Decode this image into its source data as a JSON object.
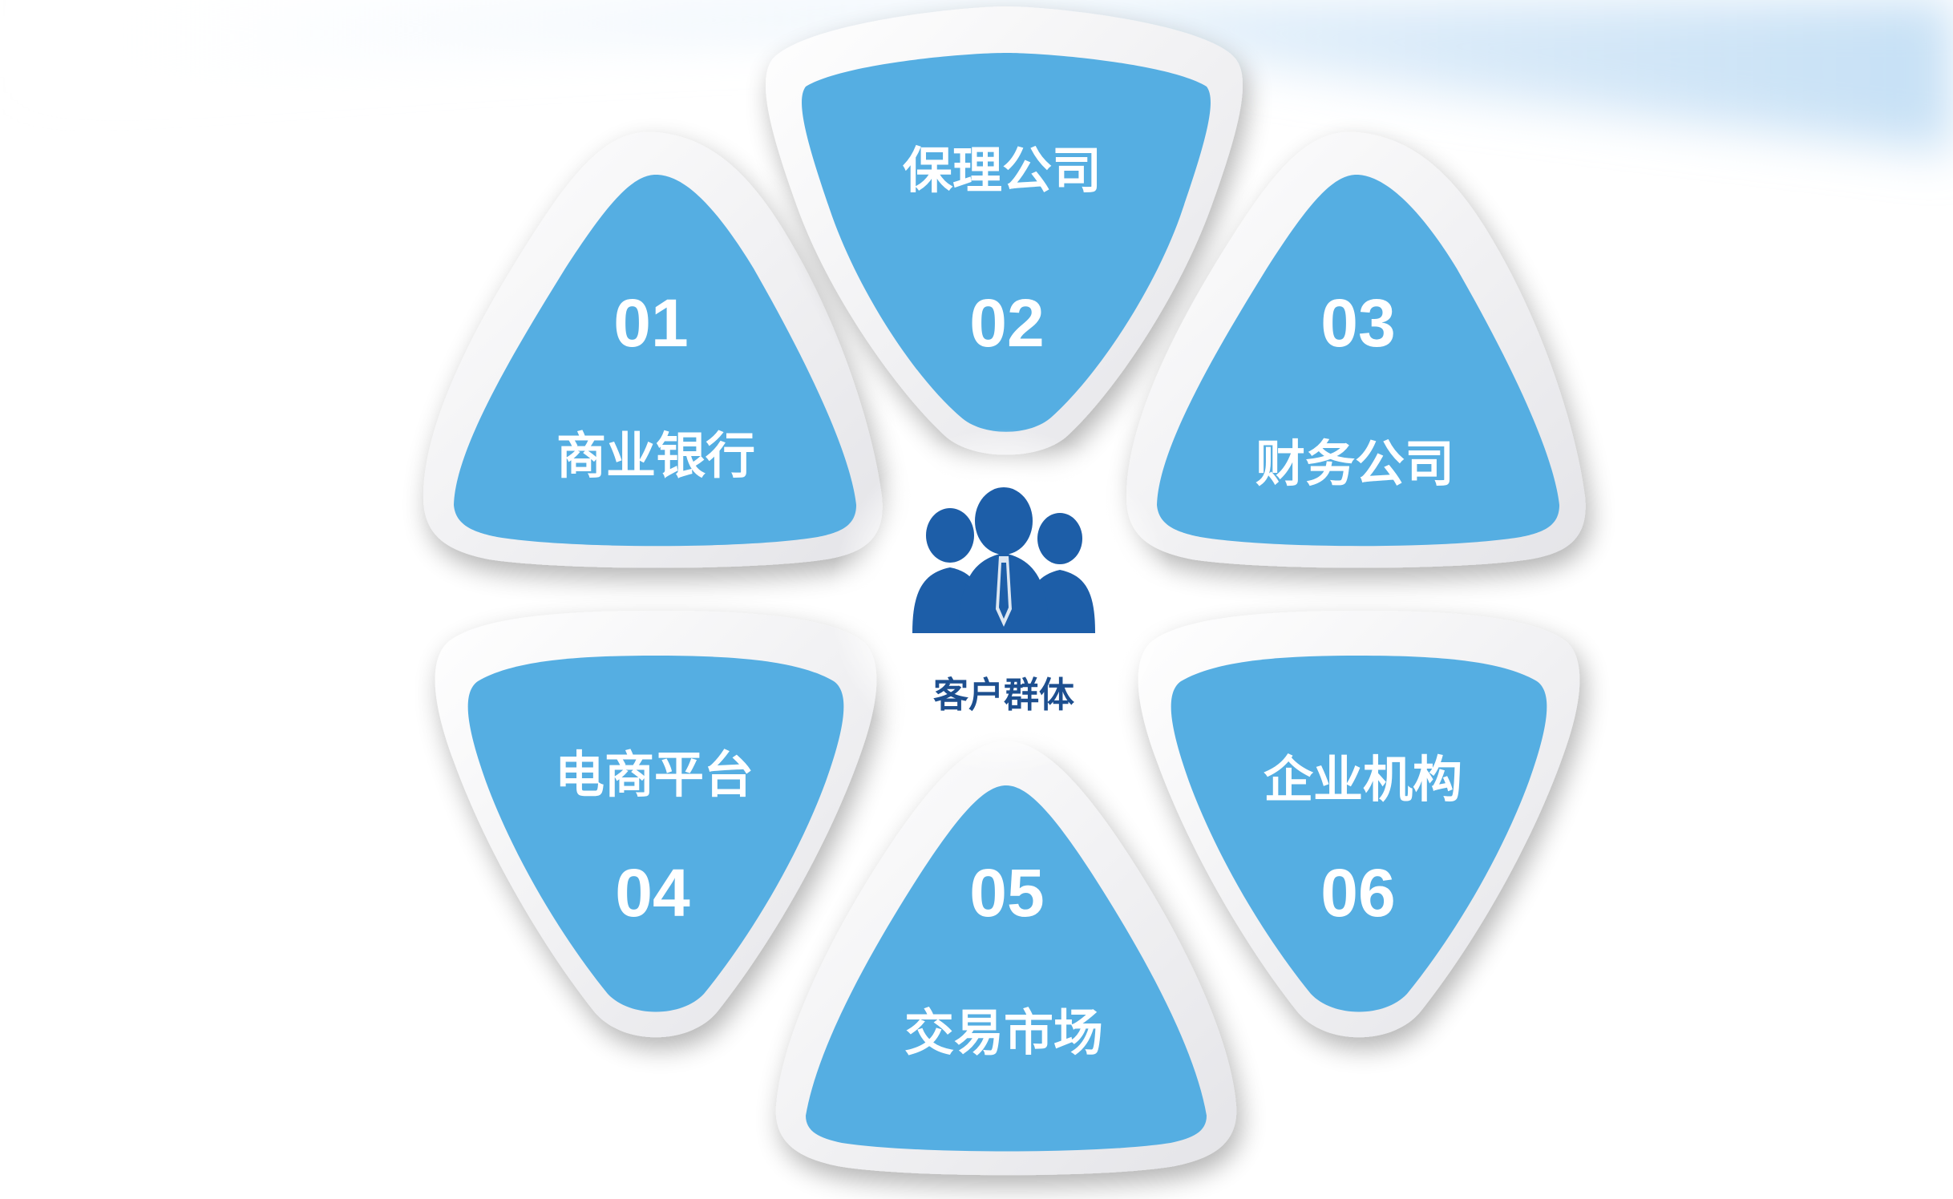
{
  "center": {
    "label": "客户群体",
    "icon": "people-group-icon"
  },
  "segments": [
    {
      "number": "01",
      "label": "商业银行"
    },
    {
      "number": "02",
      "label": "保理公司"
    },
    {
      "number": "03",
      "label": "财务公司"
    },
    {
      "number": "04",
      "label": "电商平台"
    },
    {
      "number": "05",
      "label": "交易市场"
    },
    {
      "number": "06",
      "label": "企业机构"
    }
  ],
  "colors": {
    "segment_fill": "#55aee2",
    "frame": "#f2f2f4",
    "icon": "#1d5ea8",
    "center_text": "#1d4f8f",
    "sky": "#bfdcf4"
  }
}
